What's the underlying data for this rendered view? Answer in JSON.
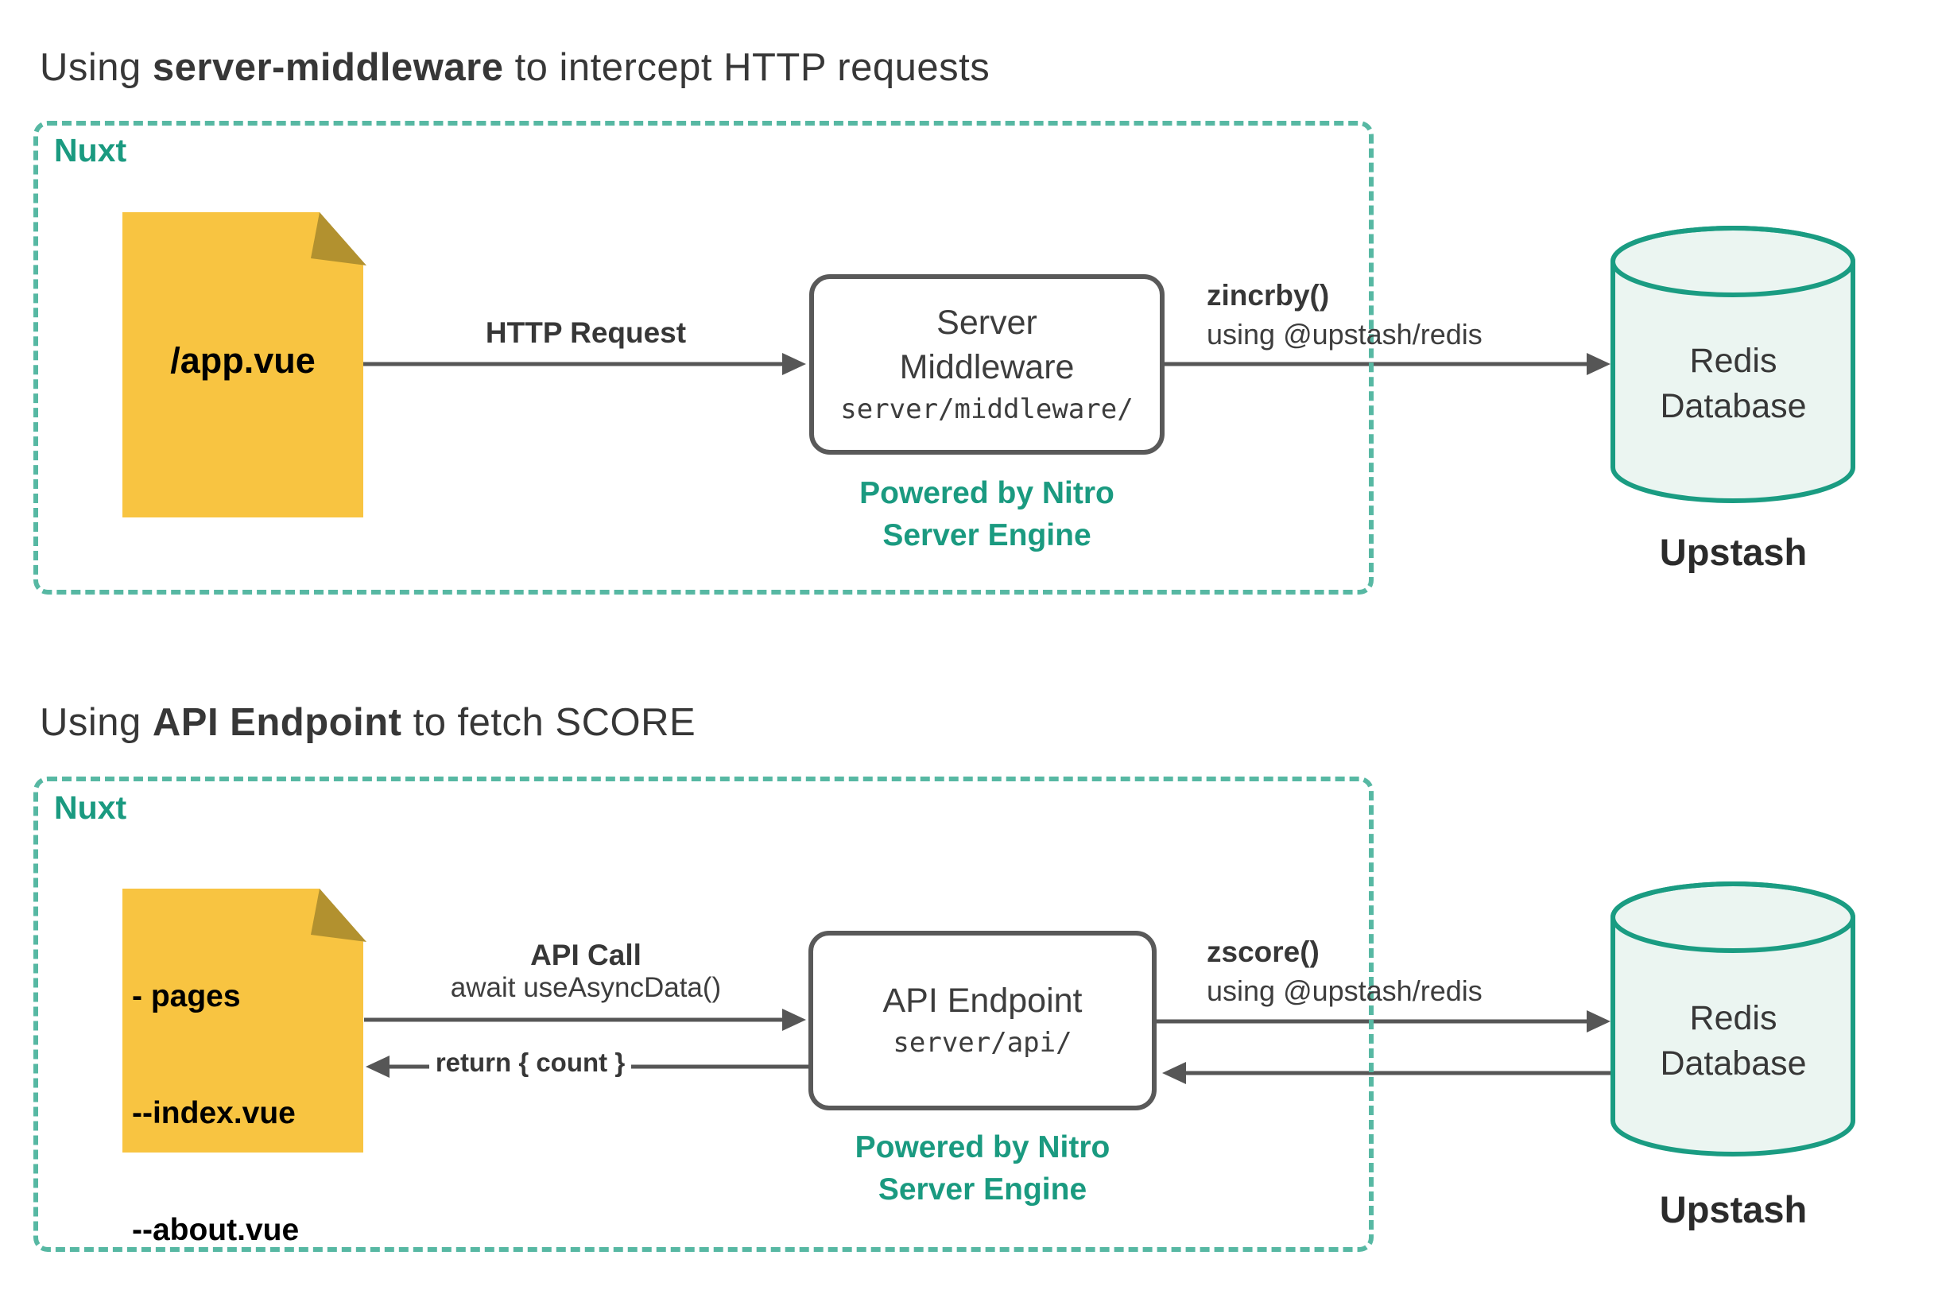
{
  "diagram": {
    "colors": {
      "teal_text": "#1a9a80",
      "frame_dash_teal": "#57b8a3",
      "cylinder_stroke": "#1a9c82",
      "cylinder_fill": "#ebf5f1",
      "file_yellow": "#f8c441",
      "file_fold": "#b2912f",
      "process_border_gray": "#595959",
      "arrow_gray": "#565656",
      "text_dark": "#373737"
    },
    "sections": [
      {
        "title": {
          "prefix": "Using ",
          "emphasis": "server-middleware",
          "suffix": " to intercept HTTP requests"
        },
        "frame_label": "Nuxt",
        "file": {
          "lines": [
            "/app.vue"
          ]
        },
        "request_arrow": {
          "label": "HTTP Request"
        },
        "process_box": {
          "name_lines": [
            "Server",
            "Middleware"
          ],
          "path": "server/middleware/"
        },
        "engine_note": {
          "lines": [
            "Powered by Nitro",
            "Server Engine"
          ]
        },
        "db_call": {
          "command": "zincrby()",
          "detail": "using @upstash/redis"
        },
        "database": {
          "name_lines": [
            "Redis",
            "Database"
          ],
          "caption": "Upstash"
        }
      },
      {
        "title": {
          "prefix": "Using ",
          "emphasis": "API Endpoint",
          "suffix": " to fetch SCORE"
        },
        "frame_label": "Nuxt",
        "file": {
          "lines": [
            "- pages",
            "--index.vue",
            "--about.vue"
          ]
        },
        "request_arrow": {
          "label": "API Call",
          "detail": "await useAsyncData()"
        },
        "return_arrow": {
          "label": "return { count }"
        },
        "process_box": {
          "name_lines": [
            "API Endpoint"
          ],
          "path": "server/api/"
        },
        "engine_note": {
          "lines": [
            "Powered by Nitro",
            "Server Engine"
          ]
        },
        "db_call": {
          "command": "zscore()",
          "detail": "using @upstash/redis"
        },
        "database": {
          "name_lines": [
            "Redis",
            "Database"
          ],
          "caption": "Upstash"
        }
      }
    ]
  }
}
